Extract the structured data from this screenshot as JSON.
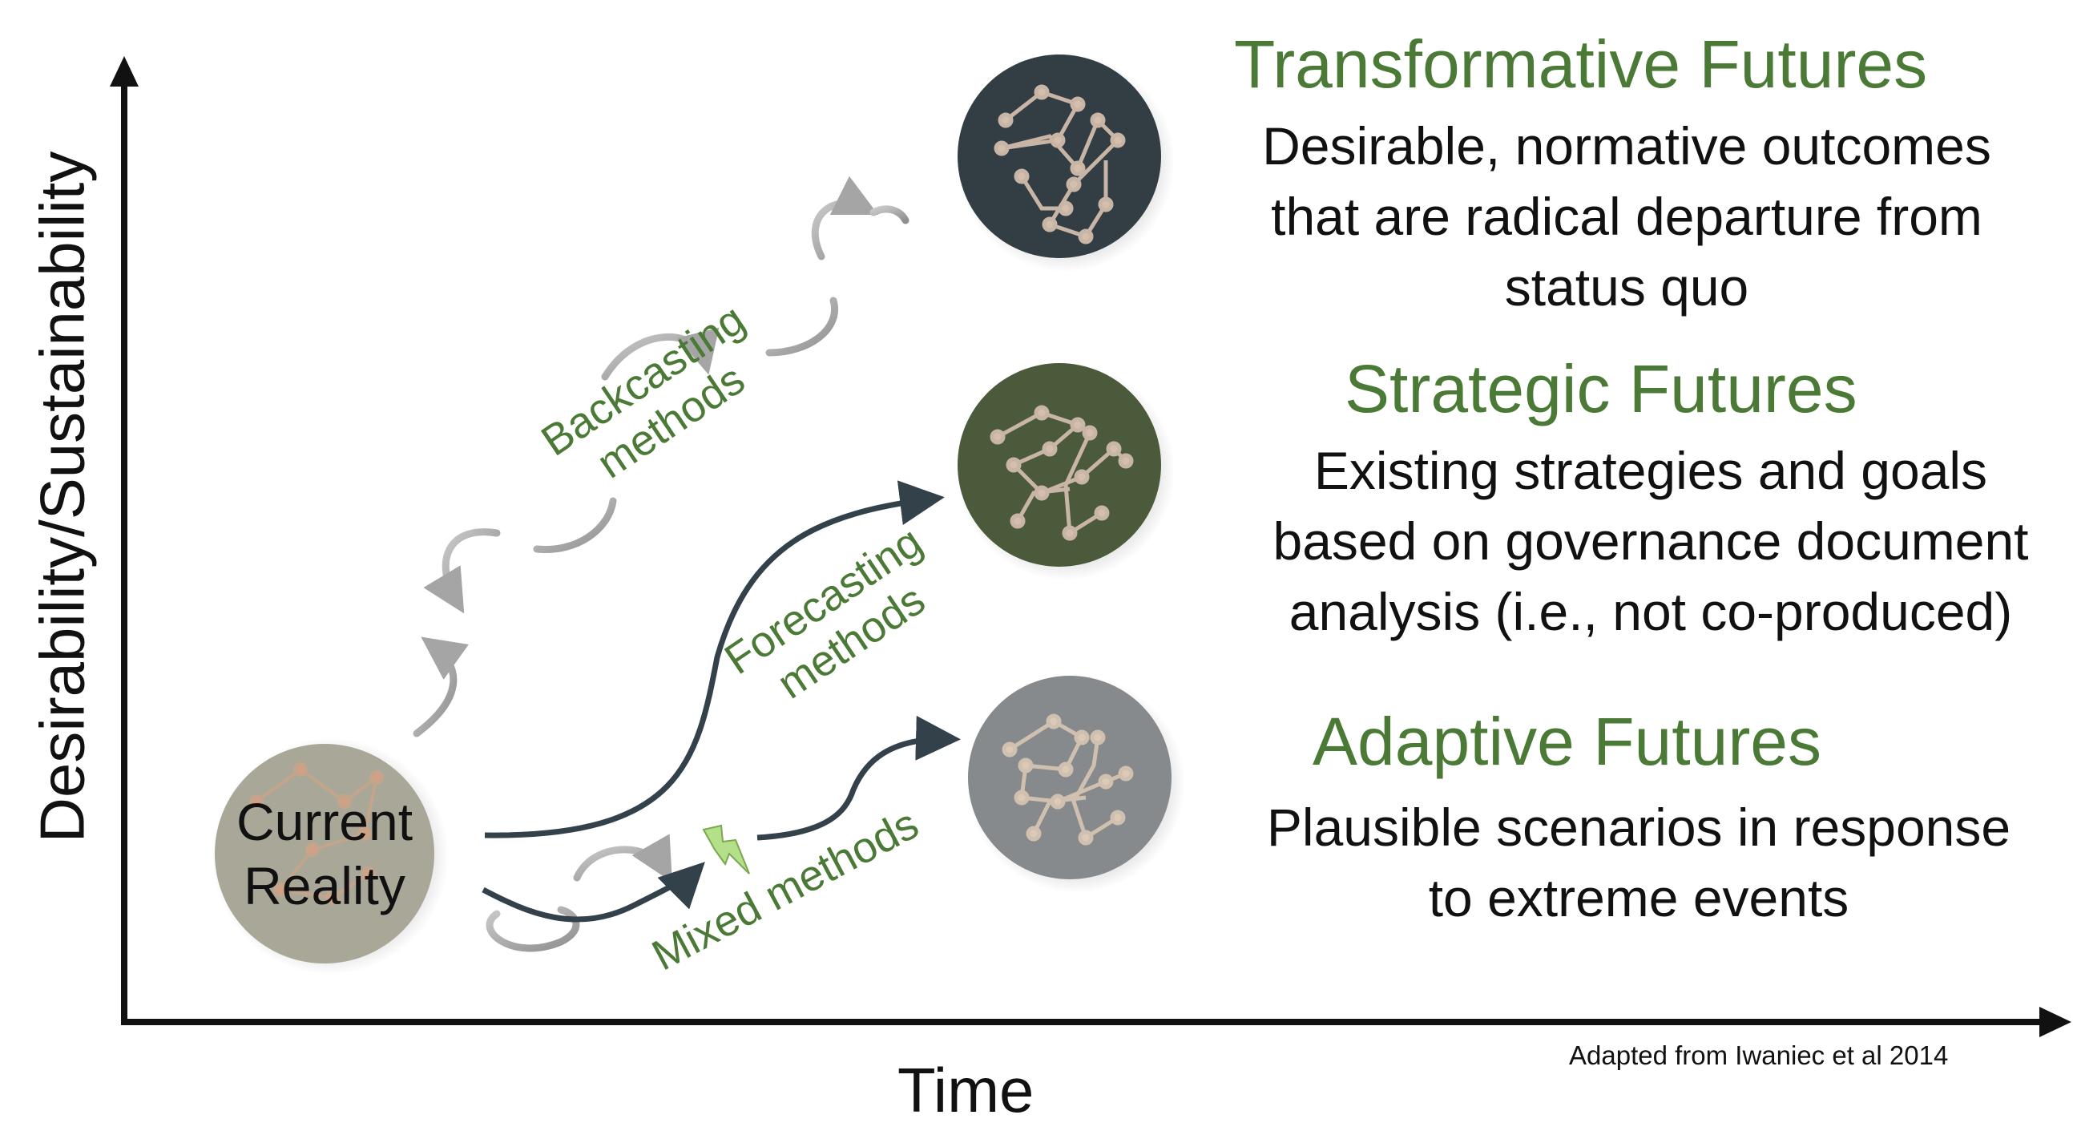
{
  "axes": {
    "y_label": "Desirability/Sustainability",
    "x_label": "Time"
  },
  "current_reality": {
    "label_line1": "Current",
    "label_line2": "Reality",
    "color": "#a9a797"
  },
  "futures": [
    {
      "heading": "Transformative Futures",
      "desc_lines": [
        "Desirable, normative outcomes",
        "that are radical departure from",
        "status quo"
      ],
      "circle_color": "#323d44"
    },
    {
      "heading": "Strategic Futures",
      "desc_lines": [
        "Existing strategies and goals",
        "based on governance document",
        "analysis (i.e., not co-produced)"
      ],
      "circle_color": "#4a5a3a"
    },
    {
      "heading": "Adaptive Futures",
      "desc_lines": [
        "Plausible scenarios in response",
        "to extreme events"
      ],
      "circle_color": "#868a8c"
    }
  ],
  "methods": {
    "backcasting": [
      "Backcasting",
      "methods"
    ],
    "forecasting": [
      "Forecasting",
      "methods"
    ],
    "mixed": "Mixed methods"
  },
  "credit": "Adapted from Iwaniec et al 2014",
  "colors": {
    "heading_green": "#4a7a35",
    "arrow_dark": "#33414a",
    "loop_gray": "#9a9a9a"
  }
}
